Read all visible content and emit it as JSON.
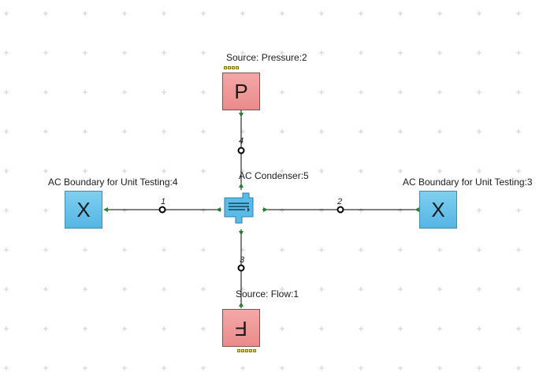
{
  "components": {
    "pressure_source": {
      "title": "Source: Pressure:2",
      "symbol": "P"
    },
    "flow_source": {
      "title": "Source: Flow:1",
      "symbol": "F"
    },
    "boundary_left": {
      "title": "AC Boundary for Unit Testing:4",
      "symbol": "X"
    },
    "boundary_right": {
      "title": "AC Boundary for Unit Testing:3",
      "symbol": "X"
    },
    "condenser": {
      "title": "AC Condenser:5"
    }
  },
  "connections": [
    "1",
    "2",
    "3",
    "4"
  ],
  "colors": {
    "boundary_fill": "#6cc4ec",
    "source_fill": "#f09a9a",
    "port_arrow": "#2e7d32",
    "wire": "#000000"
  }
}
